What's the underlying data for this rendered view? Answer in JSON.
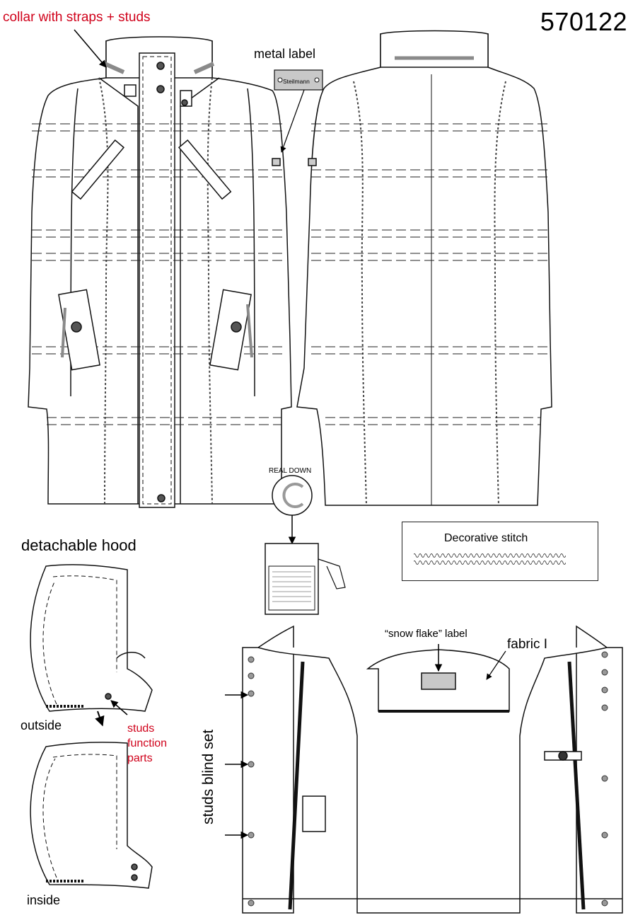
{
  "header": {
    "style_number": "570122"
  },
  "labels": {
    "collar": "collar with straps + studs",
    "metal_label": "metal label",
    "metal_label_brand": "Steilmann",
    "real_down": "REAL  DOWN",
    "decorative_stitch": "Decorative stitch",
    "detachable_hood": "detachable hood",
    "hood_outside": "outside",
    "hood_inside": "inside",
    "studs_function_parts": "studs function parts",
    "studs_blind_set": "studs blind set",
    "snow_flake_label": "“snow flake” label",
    "fabric": "fabric I"
  },
  "colors": {
    "annotation_red": "#d0021b",
    "line": "#111111",
    "grey_tape": "#8a8a8a",
    "label_fill": "#c8c8c8"
  }
}
